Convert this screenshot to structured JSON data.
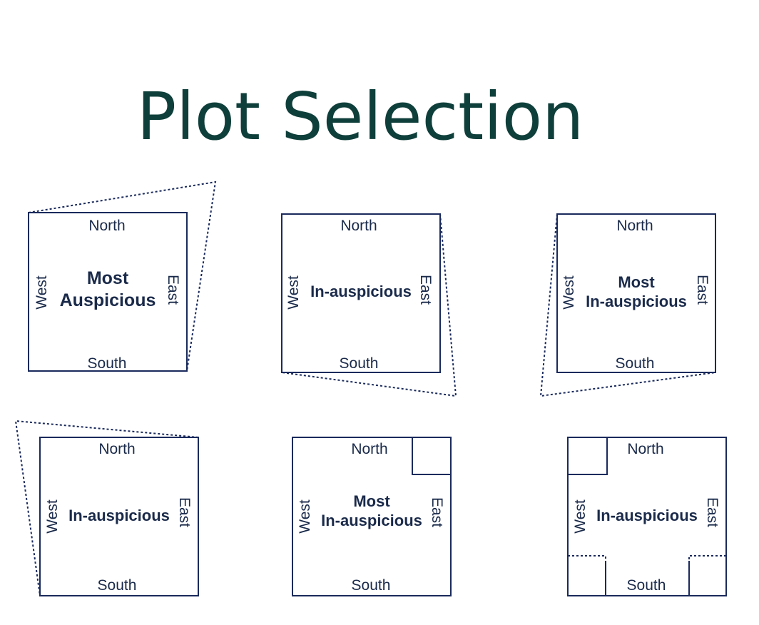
{
  "title": "Plot Selection",
  "directions": {
    "north": "North",
    "south": "South",
    "east": "East",
    "west": "West"
  },
  "plots": [
    {
      "label_lines": [
        "Most",
        "Auspicious"
      ],
      "extension": "north-east"
    },
    {
      "label_lines": [
        "In-auspicious"
      ],
      "extension": "south-east"
    },
    {
      "label_lines": [
        "Most",
        "In-auspicious"
      ],
      "extension": "south-west"
    },
    {
      "label_lines": [
        "In-auspicious"
      ],
      "extension": "north-west"
    },
    {
      "label_lines": [
        "Most",
        "In-auspicious"
      ],
      "cut": "north-east corner"
    },
    {
      "label_lines": [
        "In-auspicious"
      ],
      "cut": "north-west, south-west, south-east corners"
    }
  ],
  "colors": {
    "title": "#0f3f3a",
    "lines": "#1a2a5c",
    "text": "#1a2a4a"
  }
}
